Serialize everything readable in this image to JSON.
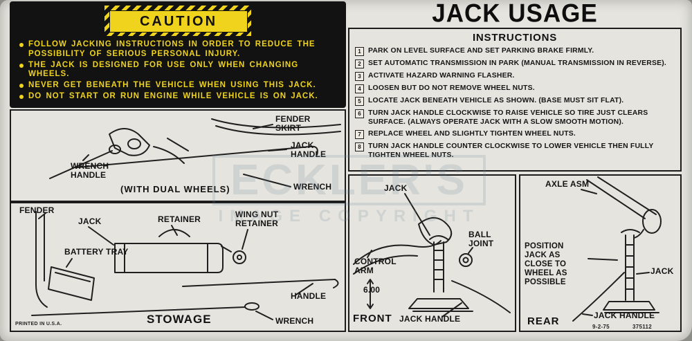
{
  "caution": {
    "title": "CAUTION",
    "bullets": [
      "FOLLOW JACKING INSTRUCTIONS IN ORDER TO REDUCE THE POSSIBILITY OF SERIOUS PERSONAL INJURY.",
      "THE JACK IS DESIGNED FOR USE ONLY WHEN CHANGING WHEELS.",
      "NEVER GET BENEATH THE VEHICLE WHEN USING THIS JACK.",
      "DO NOT START OR RUN ENGINE WHILE VEHICLE IS ON JACK."
    ]
  },
  "header": {
    "title": "JACK USAGE"
  },
  "instructions": {
    "heading": "INSTRUCTIONS",
    "steps": [
      {
        "num": "1",
        "text": "PARK ON LEVEL SURFACE AND SET PARKING BRAKE FIRMLY."
      },
      {
        "num": "2",
        "text": "SET AUTOMATIC TRANSMISSION IN PARK (MANUAL TRANSMISSION IN REVERSE)."
      },
      {
        "num": "3",
        "text": "ACTIVATE HAZARD WARNING FLASHER."
      },
      {
        "num": "4",
        "text": "LOOSEN BUT DO NOT REMOVE WHEEL NUTS."
      },
      {
        "num": "5",
        "text": "LOCATE JACK BENEATH VEHICLE AS SHOWN. (BASE MUST SIT FLAT)."
      },
      {
        "num": "6",
        "text": "TURN JACK HANDLE CLOCKWISE TO RAISE VEHICLE SO TIRE JUST CLEARS SURFACE. (ALWAYS OPERATE JACK WITH A SLOW SMOOTH MOTION)."
      },
      {
        "num": "7",
        "text": "REPLACE WHEEL AND SLIGHTLY TIGHTEN WHEEL NUTS."
      },
      {
        "num": "8",
        "text": "TURN JACK HANDLE COUNTER CLOCKWISE TO LOWER VEHICLE THEN FULLY TIGHTEN WHEEL NUTS."
      }
    ]
  },
  "dual": {
    "caption": "(WITH DUAL WHEELS)",
    "fender_skirt": "FENDER SKIRT",
    "jack_handle": "JACK HANDLE",
    "wrench_handle": "WRENCH HANDLE",
    "wrench": "WRENCH"
  },
  "stowage": {
    "caption": "STOWAGE",
    "fender": "FENDER",
    "jack": "JACK",
    "retainer": "RETAINER",
    "wing_nut_retainer": "WING NUT RETAINER",
    "battery_tray": "BATTERY TRAY",
    "handle": "HANDLE",
    "wrench": "WRENCH",
    "printed": "PRINTED IN U.S.A."
  },
  "front": {
    "caption": "FRONT",
    "jack": "JACK",
    "ball_joint": "BALL JOINT",
    "control_arm": "CONTROL ARM",
    "dimension": "6.00",
    "jack_handle": "JACK HANDLE"
  },
  "rear": {
    "caption": "REAR",
    "axle_asm": "AXLE ASM",
    "position_note": "POSITION JACK AS CLOSE TO WHEEL AS POSSIBLE",
    "jack": "JACK",
    "jack_handle": "JACK HANDLE",
    "date_code": "9-2-75",
    "part_number": "375112"
  },
  "watermark": {
    "name": "ECKLER'S",
    "tagline": "IMAGE COPYRIGHT"
  }
}
